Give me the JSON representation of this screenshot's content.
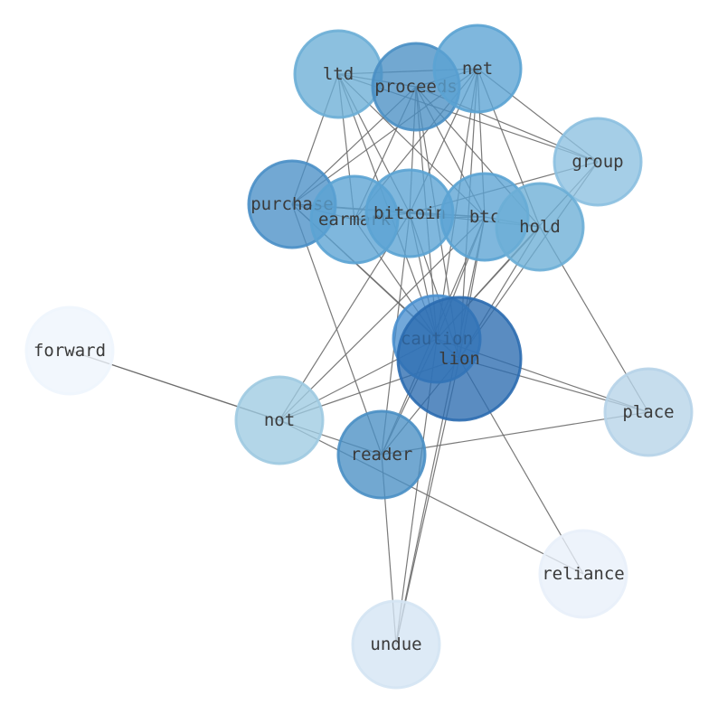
{
  "graph": {
    "nodes": [
      {
        "id": "ltd",
        "label": "ltd",
        "color": "#6baed6",
        "weight": 0.55
      },
      {
        "id": "proceeds",
        "label": "proceeds",
        "color": "#4a8fc4",
        "weight": 0.7
      },
      {
        "id": "net",
        "label": "net",
        "color": "#5ba3d3",
        "weight": 0.6
      },
      {
        "id": "group",
        "label": "group",
        "color": "#8cc0e0",
        "weight": 0.45
      },
      {
        "id": "purchase",
        "label": "purchase",
        "color": "#4a8fc7",
        "weight": 0.7
      },
      {
        "id": "earmark",
        "label": "earmark",
        "color": "#5ba3d3",
        "weight": 0.62
      },
      {
        "id": "bitcoin",
        "label": "bitcoin",
        "color": "#5ba3d3",
        "weight": 0.62
      },
      {
        "id": "btc",
        "label": "btc",
        "color": "#5ba3d3",
        "weight": 0.62
      },
      {
        "id": "hold",
        "label": "hold",
        "color": "#6baed6",
        "weight": 0.55
      },
      {
        "id": "caution",
        "label": "caution",
        "color": "#4a90cf",
        "weight": 0.72
      },
      {
        "id": "lion",
        "label": "lion",
        "color": "#2b6cb0",
        "weight": 1.0
      },
      {
        "id": "forward",
        "label": "forward",
        "color": "#eef5fd",
        "weight": 0.1
      },
      {
        "id": "not",
        "label": "not",
        "color": "#9ecae1",
        "weight": 0.4
      },
      {
        "id": "reader",
        "label": "reader",
        "color": "#4a8fc4",
        "weight": 0.7
      },
      {
        "id": "place",
        "label": "place",
        "color": "#b6d3e8",
        "weight": 0.3
      },
      {
        "id": "reliance",
        "label": "reliance",
        "color": "#e8f0fa",
        "weight": 0.12
      },
      {
        "id": "undue",
        "label": "undue",
        "color": "#d4e4f3",
        "weight": 0.2
      }
    ],
    "edges": [
      [
        "ltd",
        "proceeds"
      ],
      [
        "ltd",
        "net"
      ],
      [
        "ltd",
        "group"
      ],
      [
        "ltd",
        "purchase"
      ],
      [
        "ltd",
        "earmark"
      ],
      [
        "ltd",
        "bitcoin"
      ],
      [
        "ltd",
        "btc"
      ],
      [
        "ltd",
        "caution"
      ],
      [
        "proceeds",
        "net"
      ],
      [
        "proceeds",
        "group"
      ],
      [
        "proceeds",
        "purchase"
      ],
      [
        "proceeds",
        "earmark"
      ],
      [
        "proceeds",
        "bitcoin"
      ],
      [
        "proceeds",
        "btc"
      ],
      [
        "proceeds",
        "hold"
      ],
      [
        "proceeds",
        "caution"
      ],
      [
        "proceeds",
        "lion"
      ],
      [
        "net",
        "group"
      ],
      [
        "net",
        "purchase"
      ],
      [
        "net",
        "earmark"
      ],
      [
        "net",
        "bitcoin"
      ],
      [
        "net",
        "btc"
      ],
      [
        "net",
        "hold"
      ],
      [
        "net",
        "caution"
      ],
      [
        "net",
        "lion"
      ],
      [
        "group",
        "bitcoin"
      ],
      [
        "group",
        "caution"
      ],
      [
        "group",
        "lion"
      ],
      [
        "purchase",
        "earmark"
      ],
      [
        "purchase",
        "bitcoin"
      ],
      [
        "purchase",
        "btc"
      ],
      [
        "purchase",
        "caution"
      ],
      [
        "purchase",
        "lion"
      ],
      [
        "purchase",
        "reader"
      ],
      [
        "earmark",
        "bitcoin"
      ],
      [
        "earmark",
        "btc"
      ],
      [
        "earmark",
        "caution"
      ],
      [
        "bitcoin",
        "btc"
      ],
      [
        "bitcoin",
        "hold"
      ],
      [
        "bitcoin",
        "caution"
      ],
      [
        "bitcoin",
        "lion"
      ],
      [
        "bitcoin",
        "reader"
      ],
      [
        "bitcoin",
        "not"
      ],
      [
        "btc",
        "hold"
      ],
      [
        "btc",
        "caution"
      ],
      [
        "btc",
        "lion"
      ],
      [
        "btc",
        "not"
      ],
      [
        "btc",
        "reader"
      ],
      [
        "btc",
        "undue"
      ],
      [
        "hold",
        "place"
      ],
      [
        "hold",
        "caution"
      ],
      [
        "hold",
        "lion"
      ],
      [
        "caution",
        "lion"
      ],
      [
        "caution",
        "not"
      ],
      [
        "caution",
        "reader"
      ],
      [
        "caution",
        "place"
      ],
      [
        "caution",
        "undue"
      ],
      [
        "lion",
        "not"
      ],
      [
        "lion",
        "reader"
      ],
      [
        "lion",
        "place"
      ],
      [
        "lion",
        "reliance"
      ],
      [
        "lion",
        "undue"
      ],
      [
        "forward",
        "not"
      ],
      [
        "forward",
        "reader"
      ],
      [
        "not",
        "reliance"
      ],
      [
        "reader",
        "place"
      ],
      [
        "reader",
        "undue"
      ]
    ]
  }
}
